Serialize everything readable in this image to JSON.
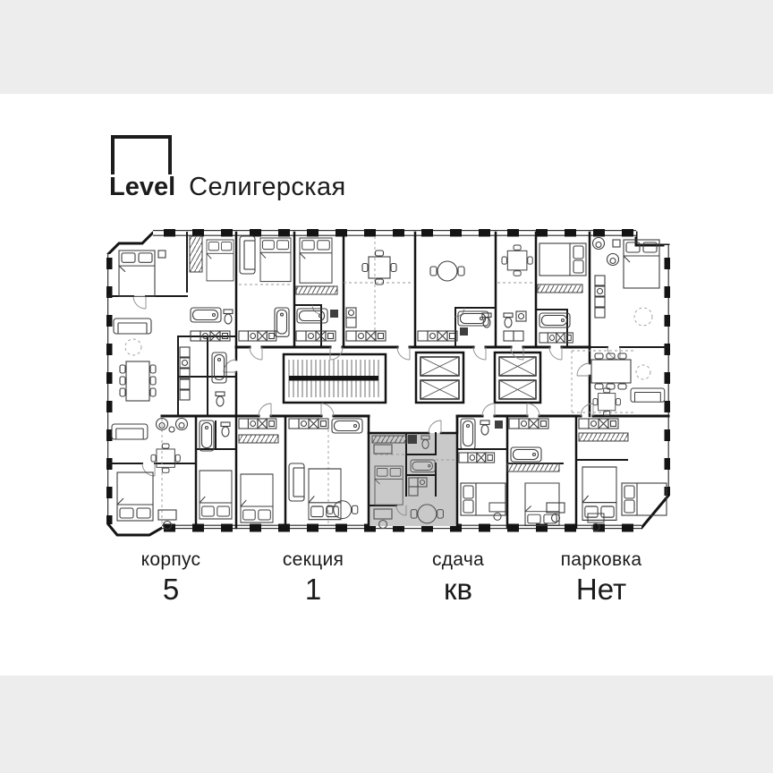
{
  "page": {
    "outer_background": "#ededed",
    "card_background": "#ffffff"
  },
  "logo": {
    "brand": "Level",
    "project": "Селигерская"
  },
  "plan": {
    "highlight_color": "#c9c9c9",
    "wall_color": "#141414"
  },
  "details": {
    "items": [
      {
        "label": "корпус",
        "value": "5"
      },
      {
        "label": "секция",
        "value": "1"
      },
      {
        "label": "сдача",
        "value": "кв"
      },
      {
        "label": "парковка",
        "value": "Нет"
      }
    ]
  }
}
